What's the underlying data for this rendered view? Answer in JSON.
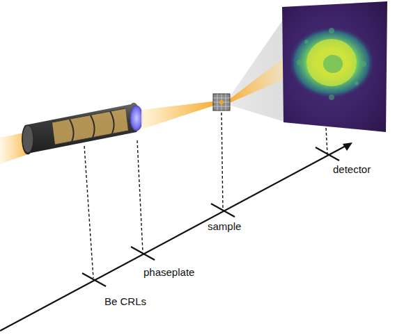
{
  "diagram": {
    "labels": [
      "detector",
      "sample",
      "phaseplate",
      "Be CRLs"
    ]
  }
}
